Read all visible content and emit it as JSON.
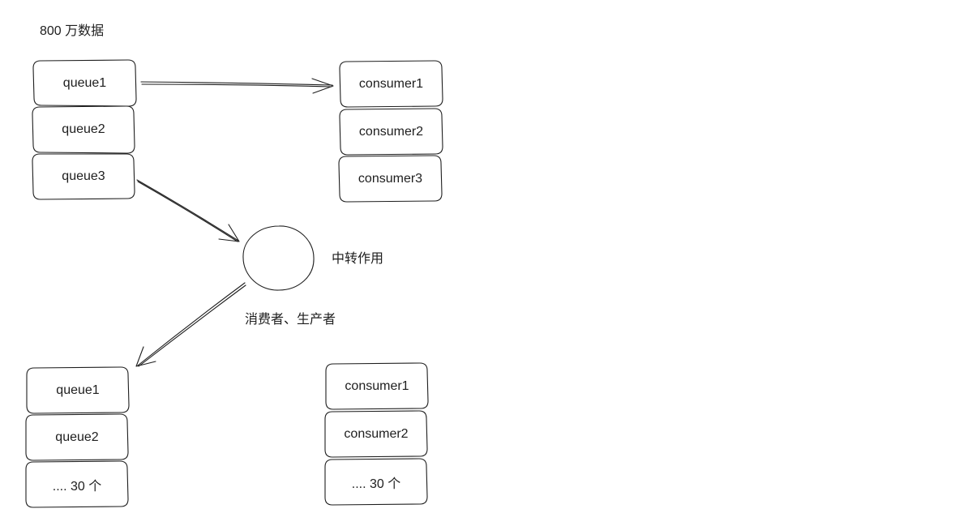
{
  "title": "800 万数据",
  "top_queues": [
    "queue1",
    "queue2",
    "queue3"
  ],
  "top_consumers": [
    "consumer1",
    "consumer2",
    "consumer3"
  ],
  "relay": {
    "label": "中转作用",
    "note": "消费者、生产者"
  },
  "bottom_queues": [
    "queue1",
    "queue2",
    ".... 30 个"
  ],
  "bottom_consumers": [
    "consumer1",
    "consumer2",
    ".... 30 个"
  ],
  "stroke_color": "#1e1e1e"
}
